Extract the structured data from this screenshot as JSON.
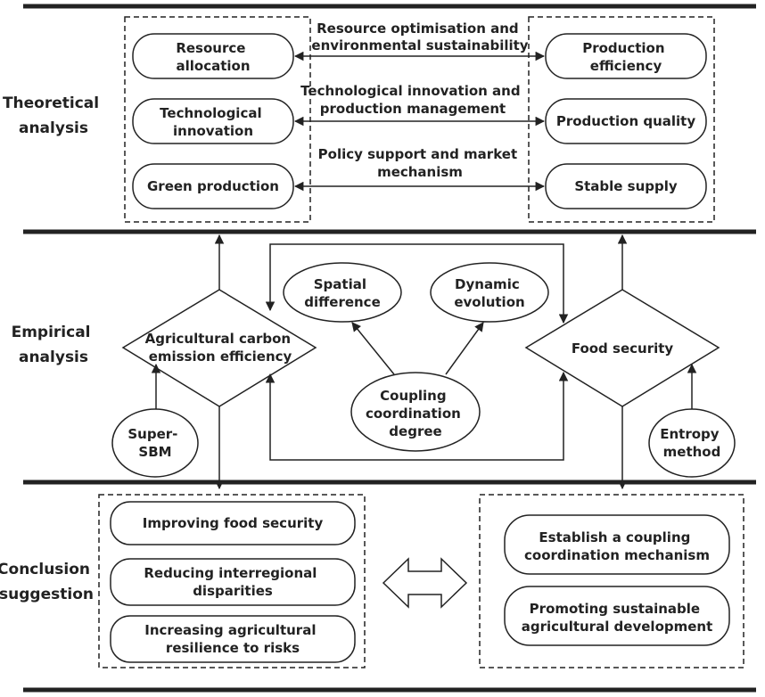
{
  "sections": {
    "theoretical": [
      "Theoretical",
      "analysis"
    ],
    "empirical": [
      "Empirical",
      "analysis"
    ],
    "conclusion": [
      "Conclusion",
      "suggestion"
    ]
  },
  "theoretical": {
    "left_boxes": [
      [
        "Resource",
        "allocation"
      ],
      [
        "Technological",
        "innovation"
      ],
      [
        "Green production"
      ]
    ],
    "right_boxes": [
      [
        "Production",
        "efficiency"
      ],
      [
        "Production quality"
      ],
      [
        "Stable supply"
      ]
    ],
    "links": [
      [
        "Resource optimisation and",
        "environmental sustainability"
      ],
      [
        "Technological innovation and",
        "production management"
      ],
      [
        "Policy support and market",
        "mechanism"
      ]
    ]
  },
  "empirical": {
    "left_diamond": [
      "Agricultural carbon",
      "emission efficiency"
    ],
    "right_diamond": [
      "Food security"
    ],
    "super_sbm": [
      "Super-",
      "SBM"
    ],
    "spatial": [
      "Spatial",
      "difference"
    ],
    "dynamic": [
      "Dynamic",
      "evolution"
    ],
    "coupling": [
      "Coupling",
      "coordination",
      "degree"
    ],
    "entropy": [
      "Entropy",
      "method"
    ]
  },
  "conclusion": {
    "left_boxes": [
      [
        "Improving food security"
      ],
      [
        "Reducing interregional",
        "disparities"
      ],
      [
        "Increasing agricultural",
        "resilience to risks"
      ]
    ],
    "right_boxes": [
      [
        "Establish a coupling",
        "coordination mechanism"
      ],
      [
        "Promoting sustainable",
        "agricultural development"
      ]
    ]
  }
}
